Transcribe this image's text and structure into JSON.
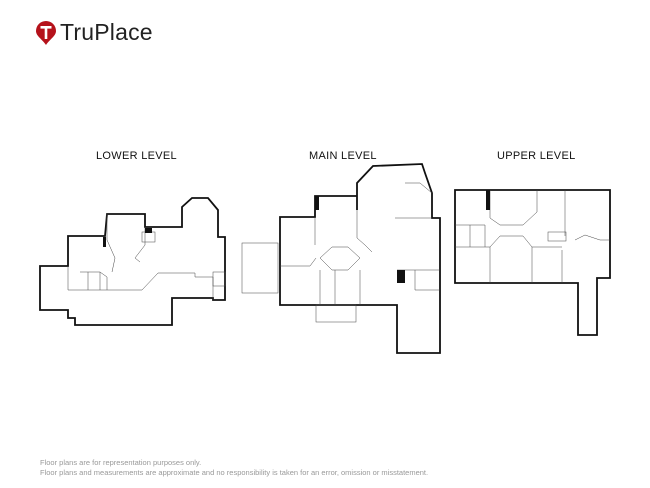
{
  "brand": {
    "name": "TruPlace",
    "color": "#b5121b"
  },
  "levels": [
    {
      "title": "LOWER LEVEL"
    },
    {
      "title": "MAIN LEVEL"
    },
    {
      "title": "UPPER LEVEL"
    }
  ],
  "footer": {
    "line1": "Floor plans are for representation purposes only.",
    "line2": "Floor plans and measurements are approximate and no responsibility is taken for an error, omission or misstatement."
  }
}
